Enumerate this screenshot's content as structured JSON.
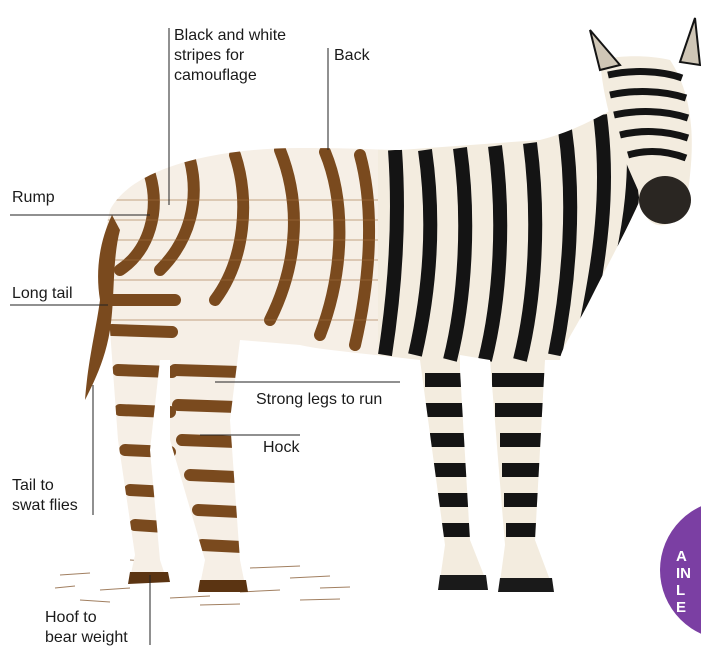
{
  "labels": {
    "stripes": "Black and white\nstripes for\ncamouflage",
    "back": "Back",
    "rump": "Rump",
    "long_tail": "Long tail",
    "strong_legs": "Strong legs to run",
    "hock": "Hock",
    "tail_flies": "Tail to\nswat flies",
    "hoof": "Hoof to\nbear weight",
    "badge": "A\nIN\nL\nE"
  },
  "colors": {
    "sketch": "#7a4a1e",
    "sketch_light": "#a0703f",
    "stripe_dark": "#141414",
    "coat_light": "#f3ecdf",
    "leader_line": "#222222",
    "badge": "#7b3fa3"
  }
}
